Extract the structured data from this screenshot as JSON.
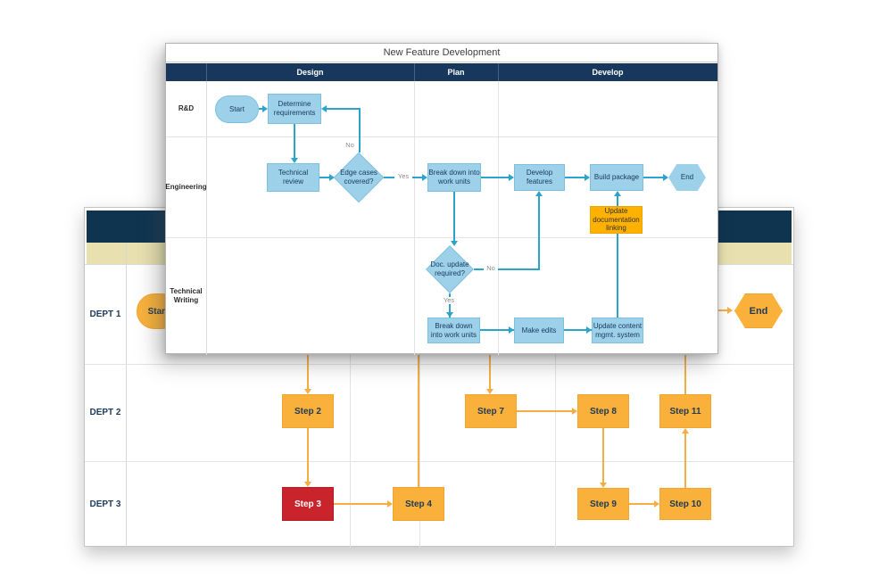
{
  "foreground": {
    "title": "New Feature Development",
    "columns": [
      "Design",
      "Plan",
      "Develop"
    ],
    "lanes": [
      "R&D",
      "Engineering",
      "Technical Writing"
    ],
    "nodes": {
      "start": "Start",
      "determine": "Determine requirements",
      "technical_review": "Technical review",
      "edge_cases": "Edge cases covered?",
      "breakdown_eng": "Break down into work units",
      "develop_features": "Develop features",
      "build_package": "Build package",
      "end": "End",
      "update_doc_linking": "Update documentation linking",
      "doc_update": "Doc. update required?",
      "breakdown_tw": "Break down into work units",
      "make_edits": "Make edits",
      "update_content": "Update content mgmt. system"
    },
    "edge_labels": {
      "no_loop": "No",
      "yes_edge": "Yes",
      "no_doc": "No",
      "yes_doc": "Yes"
    }
  },
  "background": {
    "lanes": [
      "DEPT 1",
      "DEPT 2",
      "DEPT 3"
    ],
    "nodes": {
      "start": "Start",
      "step2": "Step 2",
      "step3": "Step 3",
      "step4": "Step 4",
      "step7": "Step 7",
      "step8": "Step 8",
      "step9": "Step 9",
      "step10": "Step 10",
      "step11": "Step 11",
      "end": "End"
    }
  },
  "colors": {
    "fg_header_navy": "#17375C",
    "bg_header_navy": "#0E3450",
    "tan_band": "#E8E1AF",
    "shape_blue": "#9DD1EA",
    "line_teal": "#2BA3CA",
    "step_orange": "#F9B13C",
    "highlight_orange": "#FFB100",
    "alert_red": "#C9242C",
    "line_orange": "#F6AE44"
  }
}
